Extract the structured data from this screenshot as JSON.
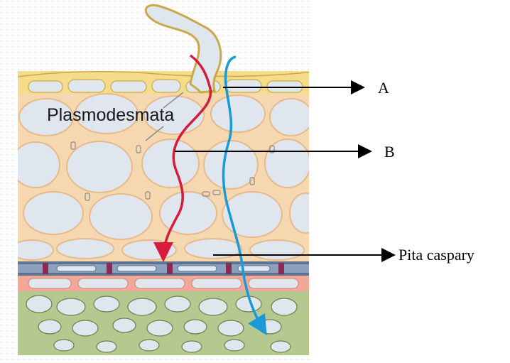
{
  "diagram": {
    "labels": {
      "plasmodesmata": "Plasmodesmata",
      "a": "A",
      "b": "B",
      "casparian": "Pita caspary"
    },
    "colors": {
      "epidermis": "#f5dc8a",
      "cortex_wall": "#f6d8b0",
      "cell_lumen": "#dfe6ee",
      "endodermis_band": "#5c7290",
      "casparian_strip": "#8a2c52",
      "pericycle": "#f0a898",
      "stele": "#b4c890",
      "symplast_path": "#d81b3c",
      "apoplast_path": "#1a9ad6"
    }
  }
}
